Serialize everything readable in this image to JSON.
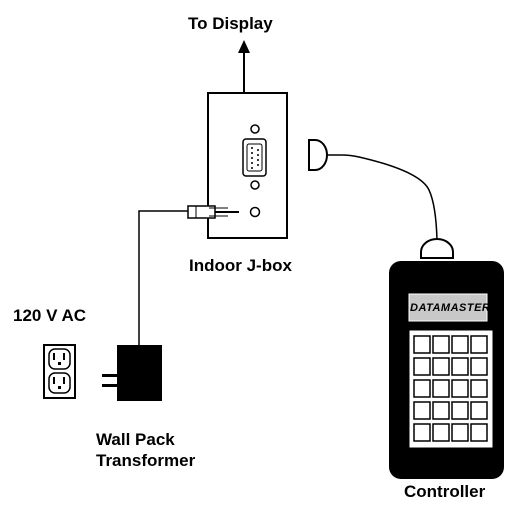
{
  "labels": {
    "to_display": "To Display",
    "indoor_jbox": "Indoor J-box",
    "power_source": "120 V AC",
    "wall_pack_line1": "Wall Pack",
    "wall_pack_line2": "Transformer",
    "controller": "Controller"
  },
  "controller_brand": "DATAMASTER",
  "keypad": {
    "rows": 5,
    "cols": 4
  },
  "colors": {
    "line": "#000000",
    "background": "#ffffff",
    "screen": "#c8c8c8"
  }
}
